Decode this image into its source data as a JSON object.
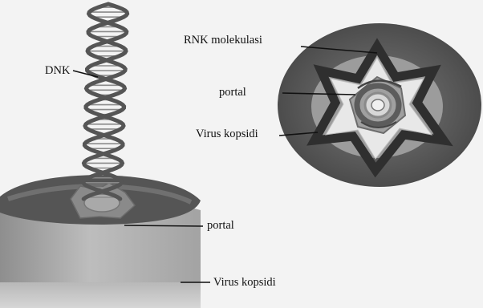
{
  "labels": {
    "dnk": "DNK",
    "rnk_molecule": "RNK molekulasi",
    "portal_top": "portal",
    "capsid_top": "Virus kopsidi",
    "portal_bottom": "portal",
    "capsid_bottom": "Virus kopsidi"
  },
  "colors": {
    "background": "#f3f3f3",
    "capsid_dark": "#5a5a5a",
    "capsid_light": "#b5b5b5",
    "star_frame": "#333333",
    "portal_ring": "#9a9a9a",
    "dna_strand": "#555555",
    "leader_line": "#111111"
  }
}
